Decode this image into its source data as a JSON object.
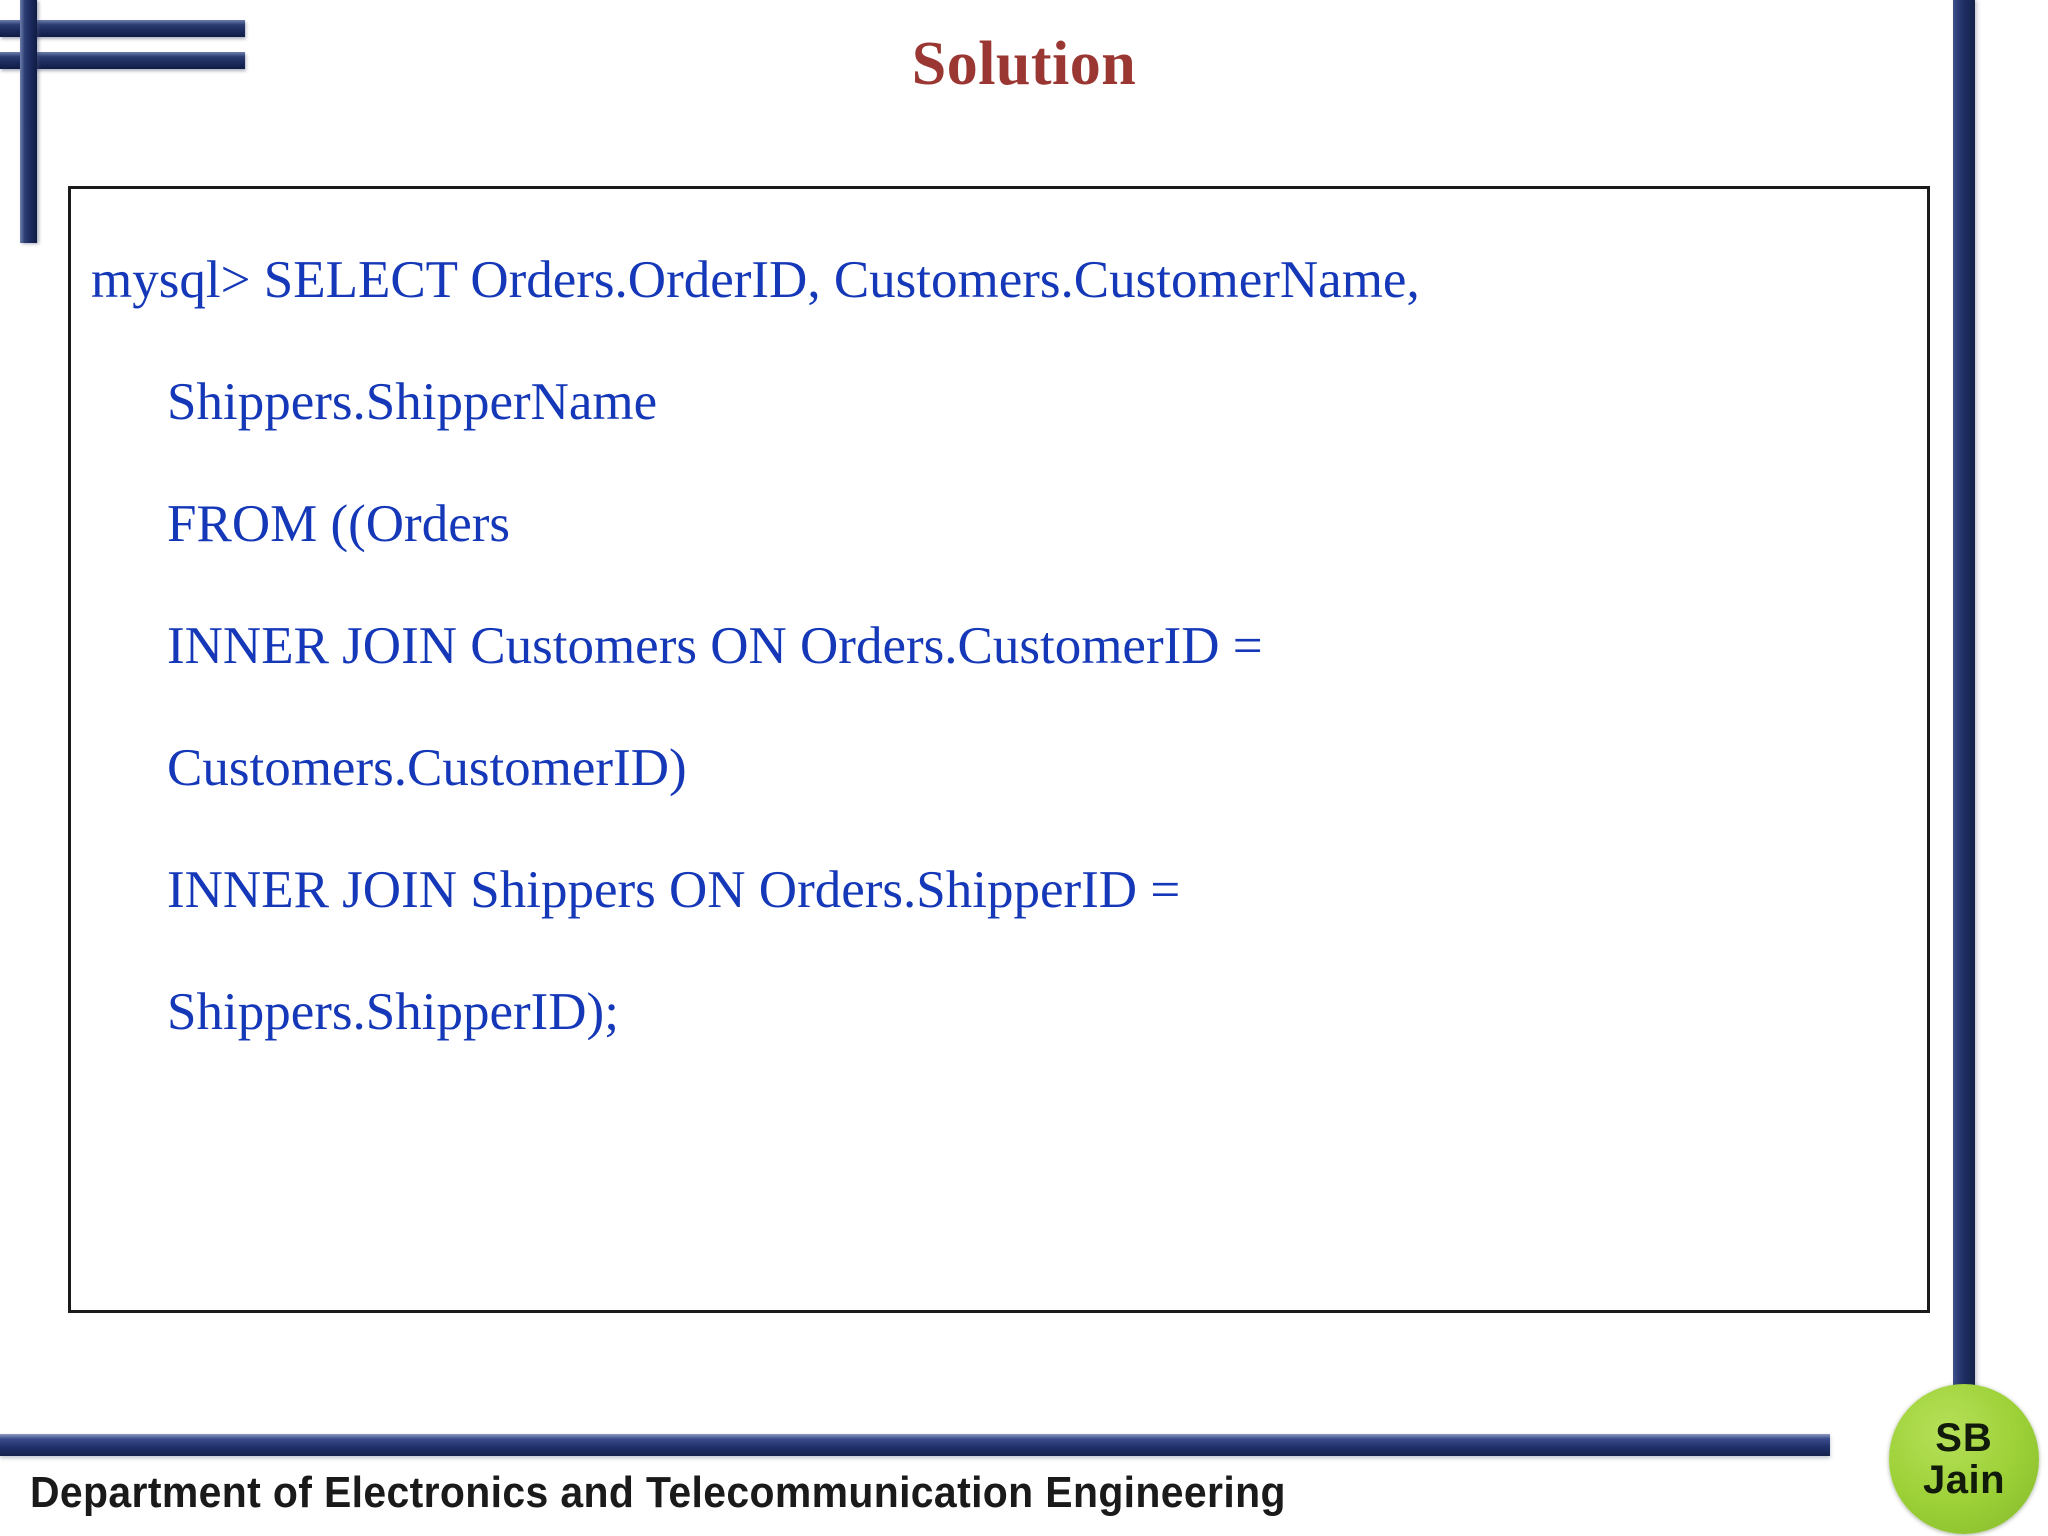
{
  "slide": {
    "title": "Solution",
    "title_color": "#9b3732",
    "background": "#ffffff"
  },
  "decor": {
    "accent_color": "#1b2a5c",
    "horizontal_bar_1": "deco-horizontal-bar",
    "horizontal_bar_2": "deco-horizontal-bar",
    "vertical_bar": "deco-vertical-bar",
    "right_rail": "right-vertical-rail"
  },
  "content": {
    "text_color": "#1538b8",
    "border_color": "#1b1b1b",
    "lines": [
      {
        "text": "mysql> SELECT Orders.OrderID, Customers.CustomerName,",
        "indent": 0
      },
      {
        "text": "Shippers.ShipperName",
        "indent": 1
      },
      {
        "text": "FROM ((Orders",
        "indent": 1
      },
      {
        "text": "INNER JOIN Customers ON Orders.CustomerID =",
        "indent": 1
      },
      {
        "text": "Customers.CustomerID)",
        "indent": 1
      },
      {
        "text": "INNER JOIN Shippers ON Orders.ShipperID =",
        "indent": 1
      },
      {
        "text": "Shippers.ShipperID);",
        "indent": 1
      }
    ]
  },
  "footer": {
    "text": "Department of Electronics and Telecommunication Engineering",
    "bar_color": "#20316c",
    "logo": {
      "line1": "SB",
      "line2": "Jain",
      "color": "#9dd137"
    }
  }
}
